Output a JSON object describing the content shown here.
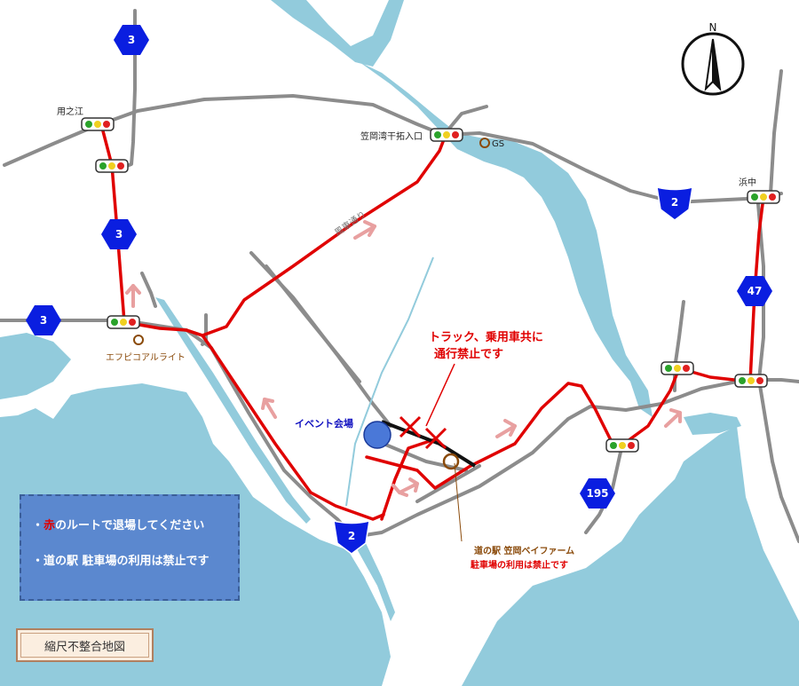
{
  "labels": {
    "yonoe": "用之江",
    "kasaoka_kantaku": "笠岡湾干拓入口",
    "gs": "GS",
    "hamanaka": "浜中",
    "efpico": "エフピコアルライト",
    "fusha_dori": "風車通り",
    "event_venue": "イベント会場",
    "no_entry_line1": "トラック、乗用車共に",
    "no_entry_line2": "通行禁止です",
    "michinoeki_line1": "道の駅 笠岡ベイファーム",
    "michinoeki_line2": "駐車場の利用は禁止です"
  },
  "routes": {
    "r3_top": "3",
    "r3_mid": "3",
    "r3_left": "3",
    "r2_east": "2",
    "r2_south": "2",
    "r47": "47",
    "r195": "195"
  },
  "info_box": {
    "line1_prefix": "・",
    "line1_red": "赤",
    "line1_rest": "のルートで退場してください",
    "line2": "・道の駅 駐車場の利用は禁止です"
  },
  "scale_note": "縮尺不整合地図",
  "compass_label": "N",
  "colors": {
    "water": "#92cbdc",
    "road": "#8c8c8c",
    "exit_route": "#e00000",
    "route_shield": "#0a1ee0",
    "arrow": "#e8a0a0",
    "venue": "#4a78d8",
    "landmark": "#8a4a0a"
  }
}
